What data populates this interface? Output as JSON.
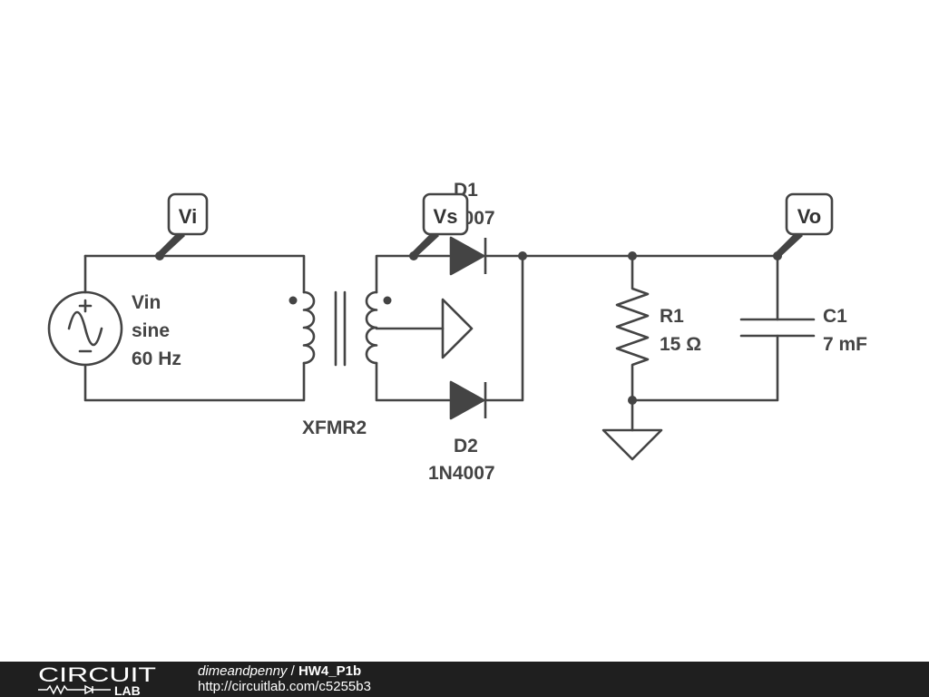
{
  "probes": {
    "vi": "Vi",
    "vs": "Vs",
    "vo": "Vo"
  },
  "source": {
    "name": "Vin",
    "type": "sine",
    "frequency": "60 Hz"
  },
  "transformer": {
    "name": "XFMR2"
  },
  "diode1": {
    "name": "D1",
    "part": "1N4007"
  },
  "diode2": {
    "name": "D2",
    "part": "1N4007"
  },
  "resistor": {
    "name": "R1",
    "value": "15 Ω"
  },
  "capacitor": {
    "name": "C1",
    "value": "7 mF"
  },
  "footer": {
    "logo_top": "CIRCUIT",
    "logo_bottom": "LAB",
    "author": "dimeandpenny",
    "separator": " / ",
    "design": "HW4_P1b",
    "url": "http://circuitlab.com/c5255b3"
  },
  "colors": {
    "wire": "#444444",
    "footer_bg": "#1f1f1f",
    "text": "#444444"
  }
}
